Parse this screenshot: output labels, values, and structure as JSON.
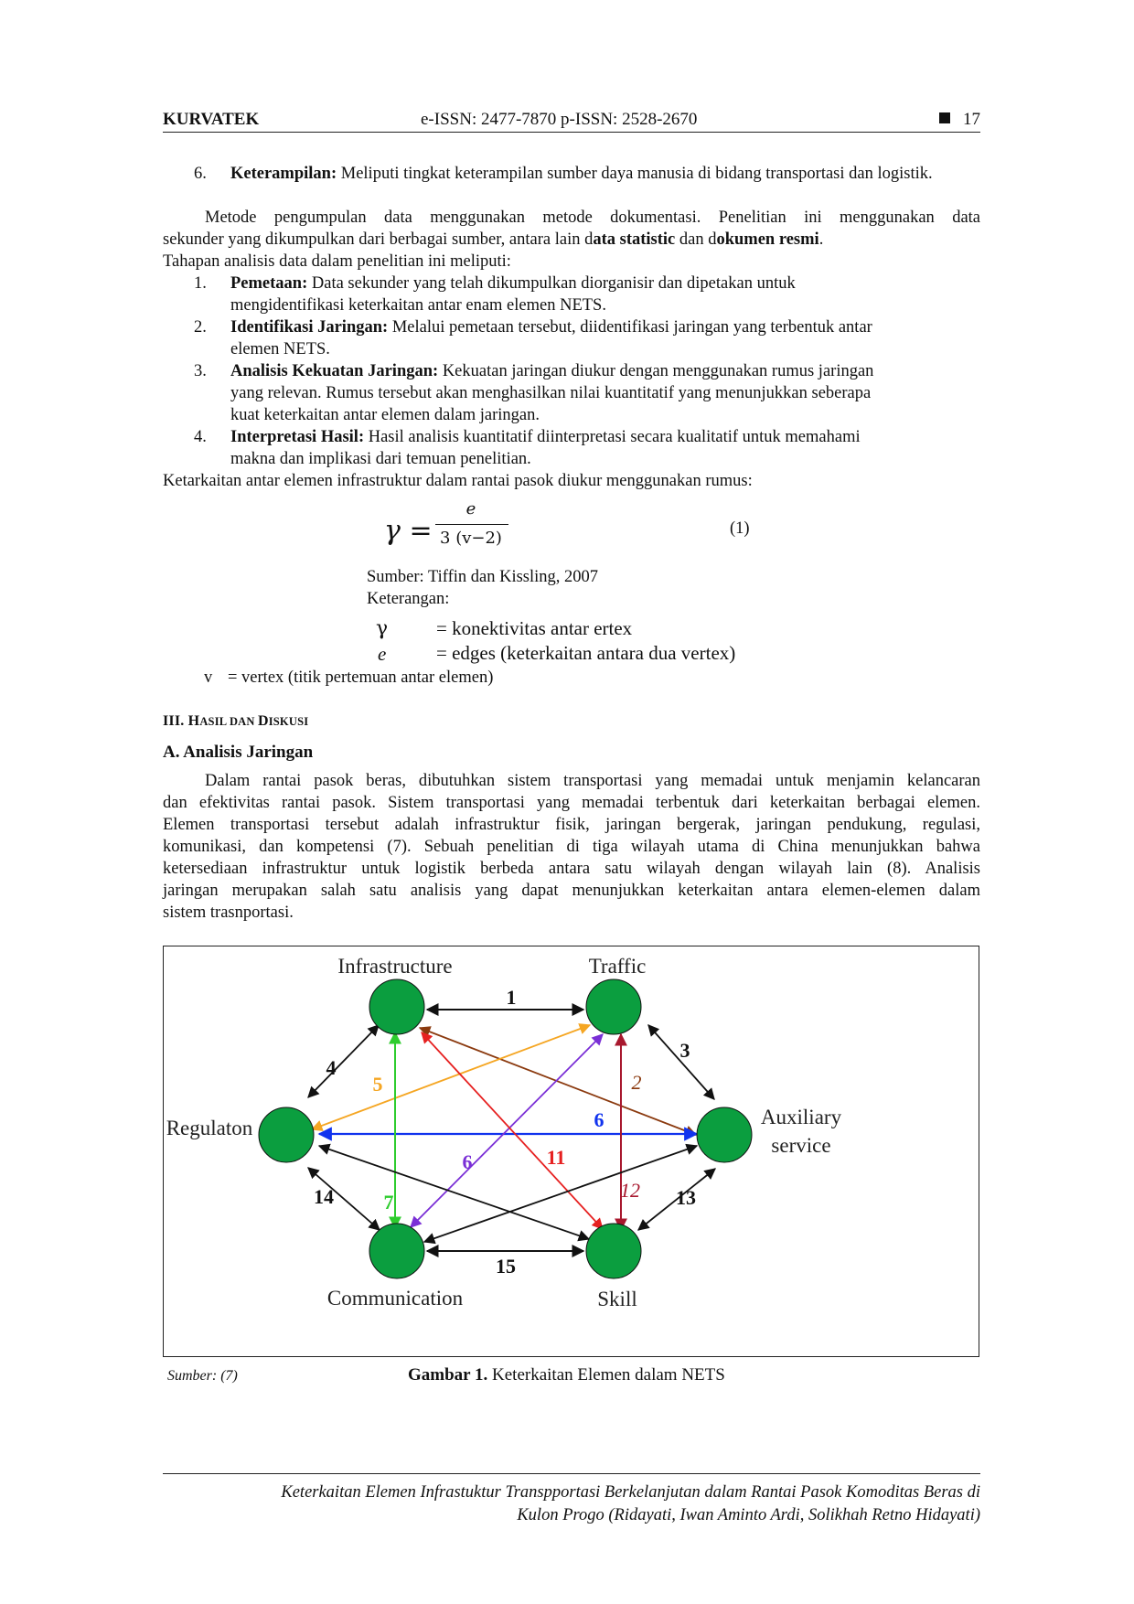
{
  "header": {
    "journal": "KURVATEK",
    "issn": "e-ISSN: 2477-7870 p-ISSN: 2528-2670",
    "page_number": "17"
  },
  "item6": {
    "number": "6.",
    "bold": "Keterampilan:",
    "text": " Meliputi tingkat keterampilan sumber daya manusia di bidang transportasi dan logistik."
  },
  "para_method": {
    "p1": "Metode pengumpulan data menggunakan metode dokumentasi. Penelitian ini menggunakan data",
    "p2a": "sekunder yang dikumpulkan dari berbagai sumber, antara lain d",
    "p2b": "ata statistic",
    "p2c": " dan d",
    "p2d": "okumen resmi",
    "p2e": ".",
    "p3": "Tahapan analisis data dalam penelitian ini meliputi:"
  },
  "steps": [
    {
      "num": "1.",
      "bold": "Pemetaan:",
      "l1": " Data sekunder yang telah dikumpulkan diorganisir dan dipetakan untuk",
      "l2": "mengidentifikasi keterkaitan antar enam elemen NETS.",
      "l3": ""
    },
    {
      "num": "2.",
      "bold": "Identifikasi Jaringan:",
      "l1": " Melalui pemetaan tersebut, diidentifikasi jaringan yang terbentuk antar",
      "l2": "elemen NETS.",
      "l3": ""
    },
    {
      "num": "3.",
      "bold": "Analisis Kekuatan Jaringan:",
      "l1": " Kekuatan jaringan diukur dengan menggunakan rumus jaringan",
      "l2": "yang relevan. Rumus tersebut akan menghasilkan nilai kuantitatif yang menunjukkan seberapa",
      "l3": "kuat keterkaitan antar elemen dalam jaringan."
    },
    {
      "num": "4.",
      "bold": "Interpretasi Hasil:",
      "l1": " Hasil analisis kuantitatif diinterpretasi secara kualitatif untuk memahami",
      "l2": "makna dan implikasi dari temuan penelitian.",
      "l3": ""
    }
  ],
  "formula_intro": "Ketarkaitan antar elemen infrastruktur dalam rantai pasok diukur menggunakan rumus:",
  "formula": {
    "lhs": "γ =",
    "numerator": "e",
    "denominator": "3 (v−2)",
    "number": "(1)"
  },
  "formula_source": "Sumber: Tiffin dan Kissling, 2007",
  "keterangan": "Keterangan:",
  "definitions": [
    {
      "sym": "γ",
      "def": "= konektivitas antar ertex"
    },
    {
      "sym": "e",
      "def": "= edges (keterkaitan antara dua vertex)"
    },
    {
      "sym": "v",
      "def": "= vertex (titik pertemuan antar elemen)"
    }
  ],
  "section": {
    "prefix": "III. H",
    "sc1": "ASIL DAN ",
    "d": "D",
    "sc2": "ISKUSI"
  },
  "subsection": "A. Analisis Jaringan",
  "para_analysis": [
    "Dalam rantai pasok beras, dibutuhkan sistem transportasi yang memadai untuk menjamin kelancaran",
    "dan efektivitas rantai pasok. Sistem transportasi yang memadai terbentuk dari keterkaitan berbagai elemen.",
    "Elemen transportasi tersebut adalah infrastruktur fisik, jaringan bergerak, jaringan pendukung, regulasi,",
    "komunikasi, dan kompetensi (7). Sebuah penelitian di tiga wilayah utama di China menunjukkan bahwa",
    "ketersediaan infrastruktur untuk logistik berbeda antara satu wilayah dengan wilayah lain (8). Analisis",
    "jaringan merupakan salah satu analisis yang dapat menunjukkan keterkaitan antara elemen-elemen dalam",
    "sistem trasnportasi."
  ],
  "diagram": {
    "nodes": {
      "infrastructure": "Infrastructure",
      "traffic": "Traffic",
      "regulation": "Regulaton",
      "auxiliary_1": "Auxiliary",
      "auxiliary_2": "service",
      "communication": "Communication",
      "skill": "Skill"
    },
    "edge_labels": {
      "e1": "1",
      "e2": "2",
      "e3": "3",
      "e4": "4",
      "e5": "5",
      "e6a": "6",
      "e6b": "6",
      "e7": "7",
      "e11": "11",
      "e12": "12",
      "e13": "13",
      "e14": "14",
      "e15": "15"
    },
    "colors": {
      "node": "#0b9e3f",
      "black": "#111111",
      "orange": "#f5a623",
      "brown": "#8b3a0f",
      "blue": "#1133ee",
      "purple": "#7a2fd6",
      "red": "#e62020",
      "darkred": "#a8182e",
      "green": "#2ecc2e"
    }
  },
  "caption": {
    "source": "Sumber: (7)",
    "bold": "Gambar 1.",
    "text": " Keterkaitan Elemen dalam NETS"
  },
  "footer": {
    "line1": "Keterkaitan Elemen Infrastuktur Transpportasi Berkelanjutan dalam Rantai Pasok Komoditas Beras di",
    "line2": "Kulon Progo (Ridayati, Iwan Aminto Ardi, Solikhah Retno Hidayati)"
  }
}
